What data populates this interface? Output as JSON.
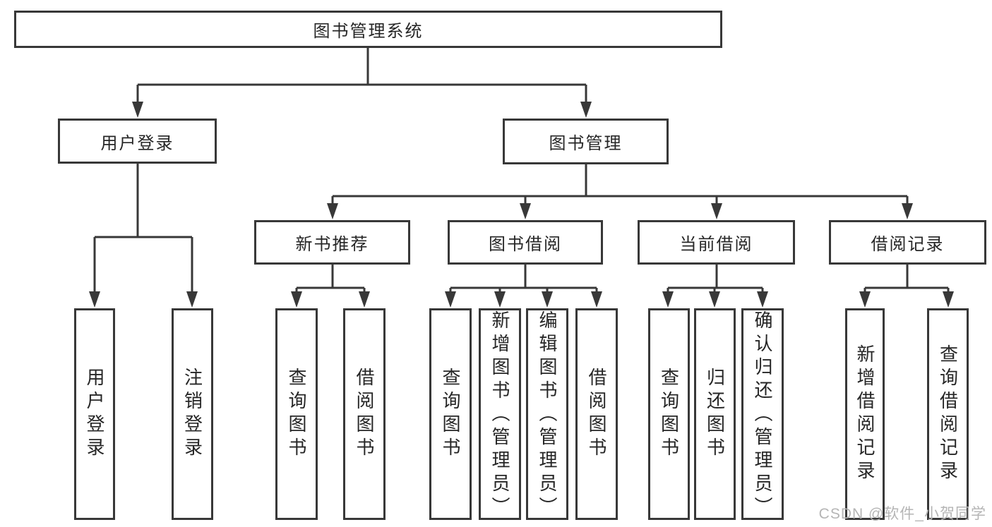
{
  "diagram": {
    "title": "图书管理系统",
    "level2": {
      "user_login": "用户登录",
      "book_management": "图书管理"
    },
    "level3": {
      "new_book_recommend": "新书推荐",
      "book_borrow": "图书借阅",
      "current_borrow": "当前借阅",
      "borrow_records": "借阅记录"
    },
    "leaves": {
      "user_login_leaf": "用户登录",
      "logout": "注销登录",
      "nb_query_books": "查询图书",
      "nb_borrow_books": "借阅图书",
      "bb_query_books": "查询图书",
      "bb_add_books": "新增图书（管理员）",
      "bb_edit_books": "编辑图书（管理员）",
      "bb_borrow_books": "借阅图书",
      "cb_query_books": "查询图书",
      "cb_return_books": "归还图书",
      "cb_confirm_return": "确认归还（管理员）",
      "br_add_record": "新增借阅记录",
      "br_query_record": "查询借阅记录"
    }
  },
  "watermark": "CSDN @软件_小贺同学",
  "colors": {
    "line": "#383838",
    "text": "#262626",
    "watermark": "#b5b5b5"
  }
}
